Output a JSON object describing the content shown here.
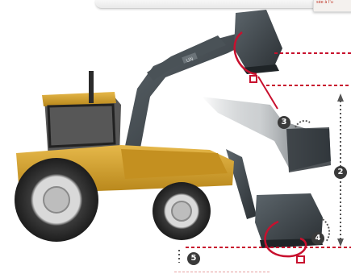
{
  "corner_caption": "sée à l'u",
  "callouts": [
    {
      "id": "3",
      "label": "3"
    },
    {
      "id": "2",
      "label": "2"
    },
    {
      "id": "4",
      "label": "4"
    },
    {
      "id": "5",
      "label": "5"
    }
  ],
  "colors": {
    "tractor_body": "#d4a227",
    "loader_frame": "#3d4449",
    "tire": "#2c2c2c",
    "guide_red": "#c8102e",
    "dotted_gray": "#555555"
  }
}
